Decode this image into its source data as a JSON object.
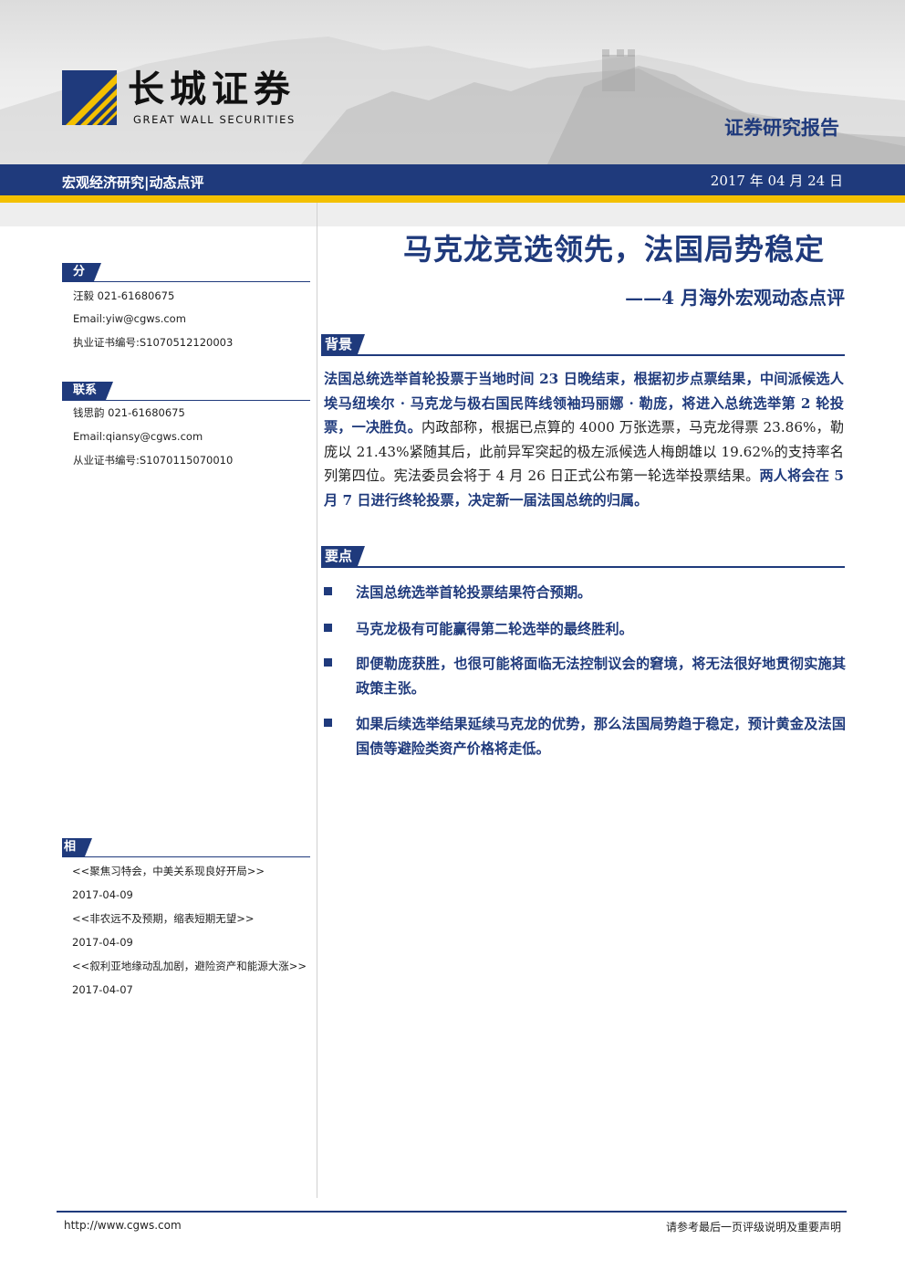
{
  "header": {
    "logo_cn": "长城证券",
    "logo_en": "GREAT WALL SECURITIES",
    "report_type": "证券研究报告"
  },
  "band": {
    "category": "宏观经济研究|动态点评",
    "date": "2017 年 04 月 24 日"
  },
  "sidebar": {
    "analyst_label": "分析师",
    "analyst": [
      "汪毅 021-61680675",
      "Email:yiw@cgws.com",
      "执业证书编号:S1070512120003"
    ],
    "contact_label": "联系人（研究助理）",
    "contact": [
      "钱思韵 021-61680675",
      "Email:qiansy@cgws.com",
      "从业证书编号:S1070115070010"
    ],
    "related_label": "相关报告",
    "related": [
      {
        "title": "<<聚焦习特会，中美关系现良好开局>>",
        "date": "2017-04-09"
      },
      {
        "title": "<<非农远不及预期，缩表短期无望>>",
        "date": "2017-04-09"
      },
      {
        "title": "<<叙利亚地缘动乱加剧，避险资产和能源大涨>>",
        "date": "2017-04-07"
      }
    ]
  },
  "main": {
    "title": "马克龙竞选领先，法国局势稳定",
    "subtitle": "——4 月海外宏观动态点评",
    "background_label": "背景",
    "background": {
      "bold1": "法国总统选举首轮投票于当地时间 23 日晚结束，根据初步点票结果，中间派候选人埃马纽埃尔 · 马克龙与极右国民阵线领袖玛丽娜 · 勒庞，将进入总统选举第 2 轮投票，一决胜负。",
      "normal": "内政部称，根据已点算的 4000 万张选票，马克龙得票 23.86%，勒庞以 21.43%紧随其后，此前异军突起的极左派候选人梅朗雄以 19.62%的支持率名列第四位。宪法委员会将于 4 月 26 日正式公布第一轮选举投票结果。",
      "bold2": "两人将会在 5 月 7 日进行终轮投票，决定新一届法国总统的归属。"
    },
    "points_label": "要点",
    "points": [
      "法国总统选举首轮投票结果符合预期。",
      "马克龙极有可能赢得第二轮选举的最终胜利。",
      "即便勒庞获胜，也很可能将面临无法控制议会的窘境，将无法很好地贯彻实施其政策主张。",
      "如果后续选举结果延续马克龙的优势，那么法国局势趋于稳定，预计黄金及法国国债等避险类资产价格将走低。"
    ]
  },
  "footer": {
    "url": "http://www.cgws.com",
    "note": "请参考最后一页评级说明及重要声明"
  },
  "colors": {
    "brand_blue": "#1f3a7c",
    "brand_yellow": "#f3c000"
  }
}
